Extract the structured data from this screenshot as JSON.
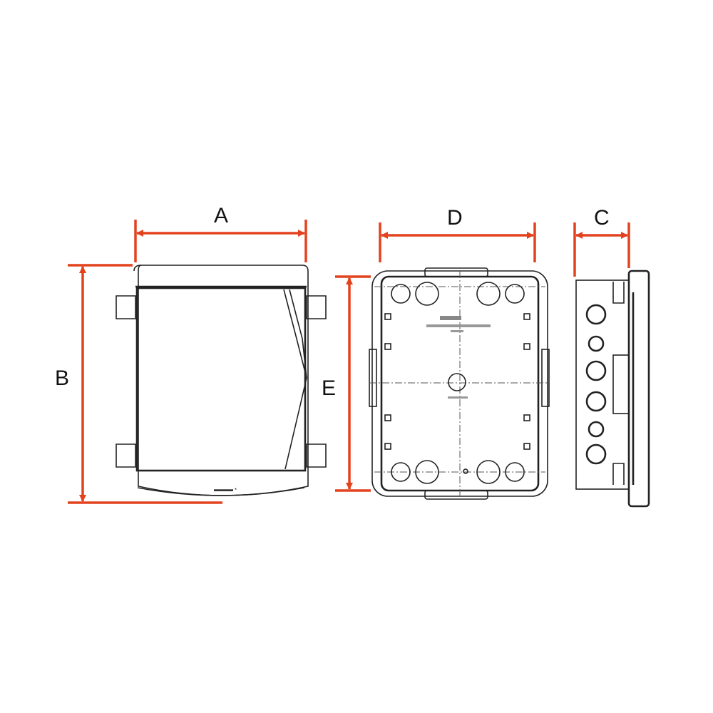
{
  "labels": {
    "a": "A",
    "b": "B",
    "c": "C",
    "d": "D",
    "e": "E"
  },
  "colors": {
    "dimension": "#e3421f",
    "outline": "#222222"
  },
  "views": [
    "front-view",
    "back-view",
    "side-view"
  ]
}
